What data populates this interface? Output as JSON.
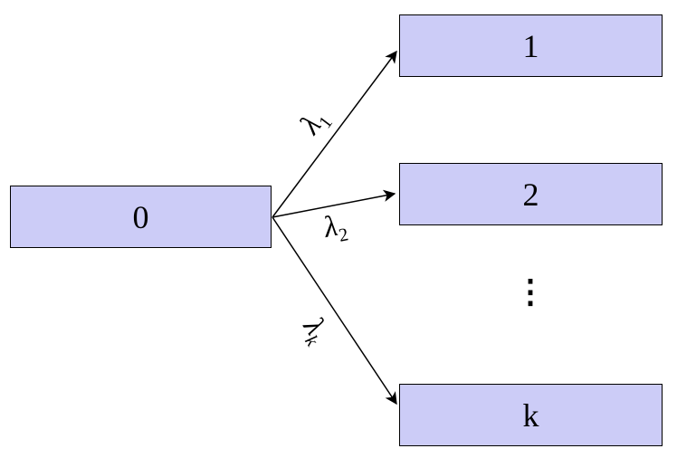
{
  "diagram": {
    "background_color": "#ffffff",
    "node_fill_color": "#ccccf7",
    "node_border_color": "#000000",
    "arrow_color": "#000000",
    "nodes": [
      {
        "id": "0",
        "label": "0"
      },
      {
        "id": "1",
        "label": "1"
      },
      {
        "id": "2",
        "label": "2"
      },
      {
        "id": "k",
        "label": "k"
      }
    ],
    "edges": [
      {
        "from": "0",
        "to": "1",
        "label_main": "λ",
        "label_sub": "1"
      },
      {
        "from": "0",
        "to": "2",
        "label_main": "λ",
        "label_sub": "2"
      },
      {
        "from": "0",
        "to": "k",
        "label_main": "λ",
        "label_sub": "k"
      }
    ],
    "ellipsis": "⋮"
  }
}
